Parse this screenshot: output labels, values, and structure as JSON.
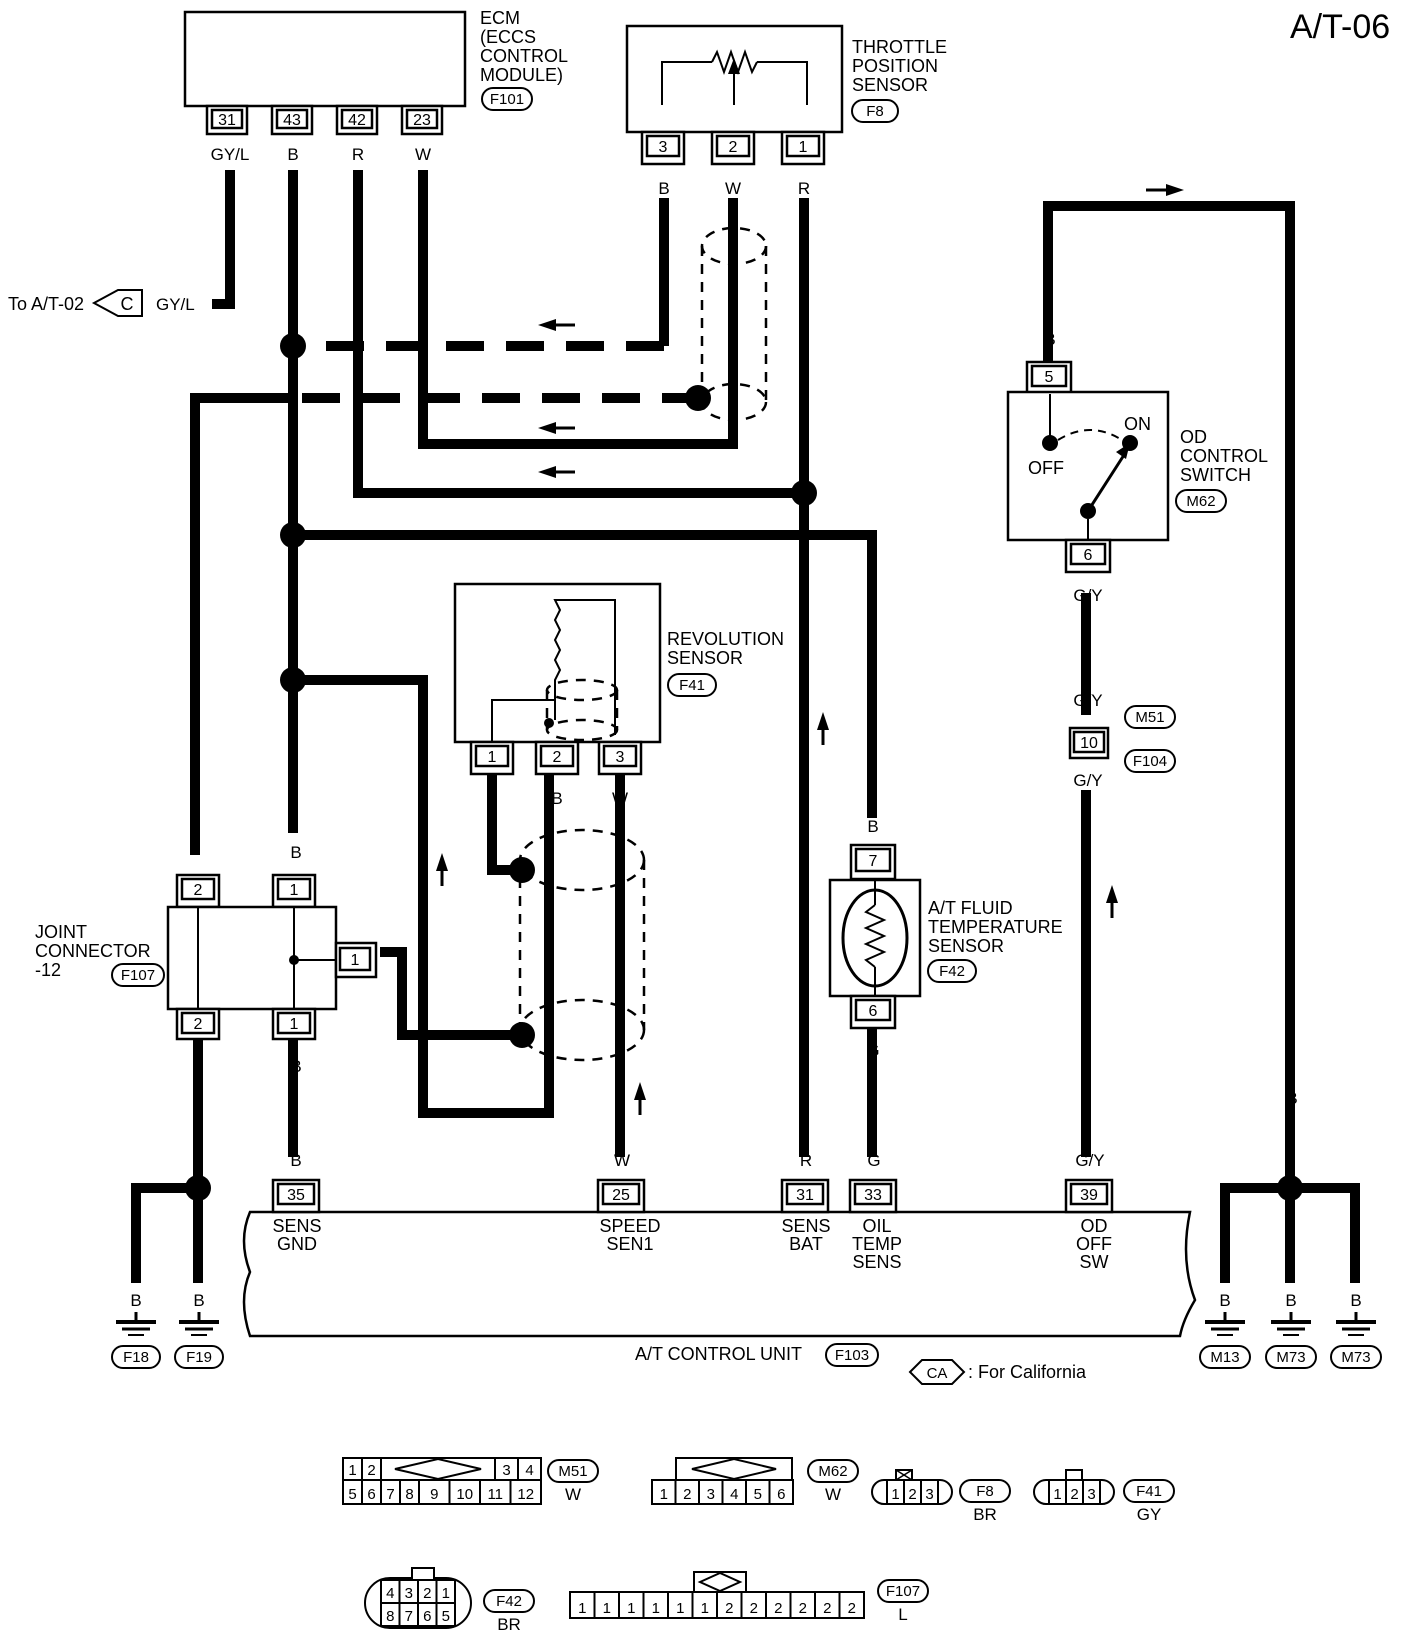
{
  "page_id": "A/T-06",
  "components": {
    "ecm": {
      "name": "ECM\n(ECCS\nCONTROL\nMODULE)",
      "ref": "F101",
      "pins": [
        "31",
        "43",
        "42",
        "23"
      ]
    },
    "tps": {
      "name": "THROTTLE\nPOSITION\nSENSOR",
      "ref": "F8",
      "pins": [
        "3",
        "2",
        "1"
      ]
    },
    "od_switch": {
      "name": "OD\nCONTROL\nSWITCH",
      "ref": "M62",
      "pin_top": "5",
      "pin_bottom": "6",
      "off_label": "OFF",
      "on_label": "ON"
    },
    "rev_sensor": {
      "name": "REVOLUTION\nSENSOR",
      "ref": "F41",
      "pins": [
        "1",
        "2",
        "3"
      ]
    },
    "fluid_temp": {
      "name": "A/T FLUID\nTEMPERATURE\nSENSOR",
      "ref": "F42",
      "pin_top": "7",
      "pin_bottom": "6"
    },
    "joint": {
      "name": "JOINT\nCONNECTOR\n-12",
      "ref": "F107",
      "pins_top": [
        "2",
        "1"
      ],
      "pins_bottom": [
        "2",
        "1"
      ],
      "pin_side": "1"
    },
    "inline": {
      "ref_top": "M51",
      "ref_bottom": "F104",
      "pin": "10"
    },
    "tcu": {
      "name": "A/T CONTROL UNIT",
      "ref": "F103",
      "pins": [
        {
          "num": "35",
          "label": "SENS\nGND"
        },
        {
          "num": "25",
          "label": "SPEED\nSEN1"
        },
        {
          "num": "31",
          "label": "SENS\nBAT"
        },
        {
          "num": "33",
          "label": "OIL\nTEMP\nSENS"
        },
        {
          "num": "39",
          "label": "OD\nOFF\nSW"
        }
      ]
    }
  },
  "offpage": {
    "text": "To A/T-02",
    "letter": "C",
    "wire": "GY/L"
  },
  "wire_colors": {
    "ecm31": "GY/L",
    "ecm43": "B",
    "ecm42": "R",
    "ecm23": "W",
    "tps3": "B",
    "tps2": "W",
    "tps1": "R",
    "od5": "B",
    "od6": "G/Y",
    "inline_top": "G/Y",
    "inline_bottom": "G/Y",
    "rev2": "B",
    "rev3": "W",
    "ft7": "B",
    "ft6": "G",
    "joint1_top": "B",
    "joint2_bottom": "B",
    "joint1_bottom": "B",
    "tcu35": "B",
    "tcu25": "W",
    "tcu31": "R",
    "tcu33": "G",
    "tcu39": "G/Y",
    "right_ground": "B",
    "ground_wires": [
      "B",
      "B",
      "B",
      "B",
      "B"
    ]
  },
  "grounds_left": [
    "F18",
    "F19"
  ],
  "grounds_right": [
    "M13",
    "M73",
    "M73"
  ],
  "legend": {
    "symbol": "CA",
    "text": ": For California"
  },
  "connector_faces": {
    "m51": {
      "ref": "M51",
      "color": "W",
      "row1": [
        "1",
        "2",
        "3",
        "4"
      ],
      "row2": [
        "5",
        "6",
        "7",
        "8",
        "9",
        "10",
        "11",
        "12"
      ]
    },
    "m62": {
      "ref": "M62",
      "color": "W",
      "row": [
        "1",
        "2",
        "3",
        "4",
        "5",
        "6"
      ]
    },
    "f8": {
      "ref": "F8",
      "color": "BR",
      "row": [
        "1",
        "2",
        "3"
      ]
    },
    "f41": {
      "ref": "F41",
      "color": "GY",
      "row": [
        "1",
        "2",
        "3"
      ]
    },
    "f42": {
      "ref": "F42",
      "color": "BR",
      "row1": [
        "4",
        "3",
        "2",
        "1"
      ],
      "row2": [
        "8",
        "7",
        "6",
        "5"
      ]
    },
    "f107": {
      "ref": "F107",
      "color": "L",
      "row": [
        "1",
        "1",
        "1",
        "1",
        "1",
        "1",
        "2",
        "2",
        "2",
        "2",
        "2",
        "2"
      ]
    }
  }
}
